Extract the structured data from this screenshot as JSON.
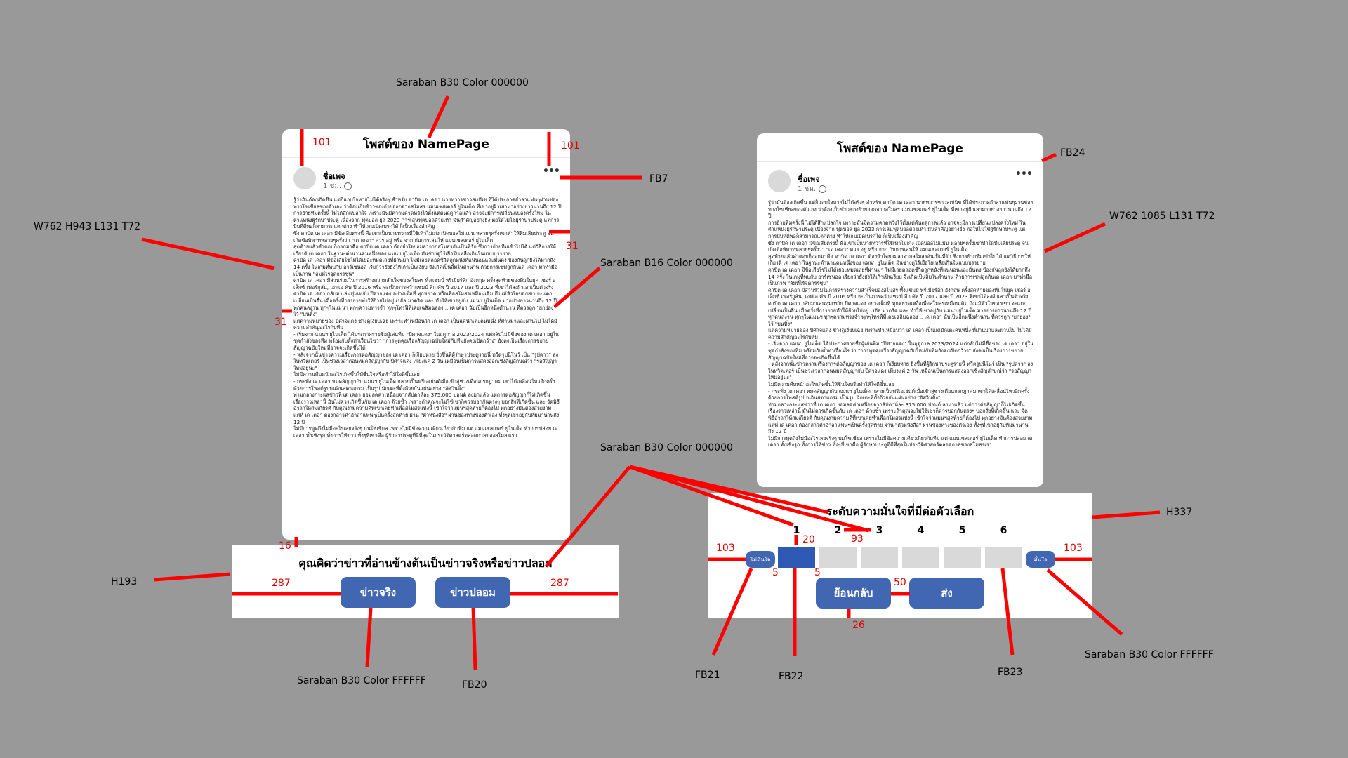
{
  "post_card_a": {
    "title": "โพสต์ของ NamePage",
    "page_name": "ชื่อเพจ",
    "time": "1 ชม.",
    "more": "•••",
    "body": "รู้ว่ามันต้องเกิดขึ้น แต่ก็แอบใจหายไม่ได้จริงๆ สำหรับ ดาบิด เด เคอา นายทวารชาวสเปนิช ที่ได้ประกาศอำลาแฟนๆผ่านช่องทางโซเชียลของตัวเอง ว่าต้องเก็บข้าวของย้ายออกจากสโมสร แมนเชสเตอร์ ยูไนเต็ด ที่เขาอยู่ฝ้าเสามาอย่างยาวนานถึง 12 ปี\nการย้ายทีมครั้งนี้ ไม่ได้สึกแปลกใจ เพราะมันมีความคาดหวังไว้ตั้งแต่ต้นฤดูกาลแล้ว อาจจะมีการเปลี่ยนแปลงครั้งใหม่ ในตำแหน่งผู้รักษาประตู เนื่องจาก ฟุตบอล ยูล 2023 การเล่นฟุตบอลด้วยเท้า มันสำคัญอย่างยิ่ง ต่อให้ไม่ใช่ผู้รักษาประตู แต่การบีบที่ดีพอก็สามารถแตกต่าง ทำให้เกมเปิดเบรกได้ ก็เป็นเรื่องสำคัญ\nซึ่ง ดาบิด เด เคอา มีข้อเสียตรงนี้ คือเขาเป็นนายทวารที่ใช้เท้าไม่เก่ง เปิดบอลไม่แม่น หลายๆครั้งเขาทำให้ทีมเสียประตู จนเกิดข้อพิพาทหลายๆครั้งว่า \"เด เคอา\" ควร อยู่ หรือ จาก กับการเล่นให้ แมนเชสเตอร์ ยูไนเต็ด\nสุดท้ายแล้วคำตอบก็ออกมาคือ ดาบิด เด เคอา ต้องจำใจยอมลาจากสโมสรอันเป็นที่รัก ซึ่งการย้ายทีมเข้าไปได้ แต่วิธีการให้เกียรติ เด เคอา ในฐานะตำนานคนหนึ่งของ แมนฯ ยูไนเต็ด มันช่างดูไร้เยื่อใยเหลือเกินในแบบบรรยาย\nดาบิด เด เคอา มีข้อเสียใช่ไม่ได้เยอะหมดเลยที่ผ่านมา ไม่มีเลยตลอดชีวิตลูกหนังที่แน่นอนและมั่นคง ป้องกันลูกยิงได้มากถึง 14 ครั้ง ในเกมที่พบกับ อาร์เซนอล เรียกว่ายังยังให้เก้าเป็นเงียบ จึงเกิดเป็นลิ้มในตำนาน ด้วยการเซฟลูกกินเด เคอา มาทำมือเป็นภาพ \"ล้มที่ไร้จุดกรรชุน\"\nดาบิด เด เคอา มีส่วนร่วมในการสร้างความสำเร็จของสโมสร ทั้งแชมป์ พรีเมียร์ลีก อังกฤษ ครั้งสุดท้ายของทีมในยุค เซอร์ อเล็กซ์ เฟอร์กูสัน, เอฟเอ คัพ ปี 2016 หรือ จะเป็นการคว้าแชมป์ ลีก คัพ ปี 2017 และ ปี 2023 ที่เขาได้ลงฝ้าเสาเป็นตัวจริง\nดาบิด เด เคอา กลับมาเล่นทุ่มเทกับ ปีศาจแดง อย่างเต็มที่ ทุกหยาดเหงื่อเพื่อสโมสรเหมือนเดิม ถึงแม้หัวใจของเขา จะแตกเปลี่ยนเป็นอื่น เมื่อครั้งที่กรรยายทำให้ย้ายไปอยู่ เรอัล มาดริด และ ทำให้เขาอยู่กับ แมนฯ ยูไนเต็ด มาอย่างยาวนานถึง 12 ปี\nทุกคนลงาน ทุกๆในแมนฯ ทุกๆความทรงจำ ทุกๆโทรฟี่ที่เคยเฉลิมฉลอง .. เด เคอา นับเป็นอีกหนึ่งตำนาน ที่ควรถูก \"ยกย่อง\" ไว้ \"บนหิ้ง\"\nแต่ความหมายของ ปีศาจแดง ช่างดูเงียบเฉย เพราะทำเหมือนว่า เด เคอา เป็นแค่นักเตะคนหนึ่ง ที่ผ่านมาและผ่านไป ไม่ได้มีความสำคัญอะไรกับทีม\n- เริ่มจาก แมนฯ ยูไนเต็ด ได้ประกาศรายชื่อผู้เล่นทีม \"ปีศาจแดง\" ในฤดูกาล 2023/2024 แต่กลับไม่มีชื่อของ เด เคอา อยู่ในชุดกำลังของทีม พร้อมกับตั้งท่าเงื่อนไขว่า \"การพูดคุยเรื่องสัญญาฉบับใหม่กับทีมยังคงเปิดกว้าง\" ยังคงเป็นเรื่องการขยายสัญญาฉบับใหม่ที่อาจจะเกิดขึ้นได้\n- หลังจากนั้นข่าวความเรื่องการต่อสัญญาของ เด เคอา ก็เงียบหาย ยิ่งขึ้นที่ผู้รักษาประตูรายนี้ ทวีตรูปนีโนว์ เป็น \"รูปดาว\" ลงในทวิตเตอร์ เป็นช่วงเวลาก่อนหมดสัญญากับ ปีศาจแดง เพียงแค่ 2 วัน เหมือนเป็นการแสดงออกเชิงสัญลักษณ์ว่า \"รอสัญญาใหม่อยู่นะ\"\nไม่มีความคืบหน้าอะไรเกิดขึ้นให้ชื่นใจหรือทำให้ใจดีขึ้นเลย\n- กระทั่ง เด เคอา หมดสัญญากับ แมนฯ ยูไนเต็ด กลายเป็นฟรีเอเย่นต์เมื่อเข้าสู่ช่วงเดือนกรกฎาคม เขาได้เคลื่อนไหวอีกครั้ง ด้วยการโพสต์รูปบนอินสตาแกรม เป็นรูป นักเตะที่ตั้งถ้วยกันแผ่นอย่าง \"อัศวินดิ้ง\"\nท่ามกลางกระแสข่าวที่ เด เคอา ยอมลดค่าเหนื่อยจากสัปดาห์ละ 375,000 ปอนด์ ลงมาแล้ว แต่การต่อสัญญาก็ไม่เกิดขึ้น\nเรื่องราวเหล่านี้ มันไม่ควรเกิดขึ้นกับ เด เคอา ด้วยซ้ำ เพราะถ้าคุณจะไม่ใช้เขาก็ควรบอกกันตรงๆ บอกสิ่งที่เกิดขึ้น และ จัดพิธีอำลาให้สมเกียรติ กับคุณงามความดีที่เขาเคยทำเพื่อสโมสรแห่งนี้ เข้าใจว่าแมนฯสุดท้ายก็ต้องไป ทุกอย่างมันต้องสวยงาม\nแต่ที่ เด เคอา ต้องกล่าวคำอำลาแฟนๆเป็นครั้งสุดท้าย ผ่าน \"ตัวหนังสือ\" ผ่านช่องทางของตัวเอง ทั้งๆที่เขาอยู่กับทีมมานานถึง 12 ปี\nไม่มีการพูดถึงไม่มีอะไรเลยจริงๆ บนโซเชียล เพราะไม่มีข้อความเดียวเกี่ยวกับทีม แต่ แมนเชสเตอร์ ยูไนเต็ด ทำการปล่อย เด เคอา ทั้งเชิงรุก ทั้งการให้ข่าว ทั้งๆที่เขาคือ ผู้รักษาประตูที่ดีที่สุดในประวัติศาสตร์ตลอดกาลของสโมสรเรา"
  },
  "post_card_b": {
    "title": "โพสต์ของ NamePage",
    "page_name": "ชื่อเพจ",
    "time": "1 ชม.",
    "more": "•••"
  },
  "question_panel": {
    "question": "คุณคิดว่าข่าวที่อ่านข้างต้นเป็นข่าวจริงหรือข่าวปลอม",
    "true_label": "ข่าวจริง",
    "fake_label": "ข่าวปลอม"
  },
  "confidence_panel": {
    "title": "ระดับความมั่นใจที่มีต่อตัวเลือก",
    "scale": [
      "1",
      "2",
      "3",
      "4",
      "5",
      "6"
    ],
    "selected_index": 1,
    "left_label": "ไม่มั่นใจ",
    "right_label": "มั่นใจ",
    "back_label": "ย้อนกลับ",
    "send_label": "ส่ง"
  },
  "annotations": {
    "font_title": "Saraban B30 Color 000000",
    "font_body": "Saraban B16 Color 000000",
    "font_buttons": "Saraban B30 Color FFFFFF",
    "font_scale": "Saraban B30 Color 000000",
    "font_scale_buttons": "Saraban B30 Color FFFFFF",
    "card_a_size": "W762 H943 L131 T72",
    "card_b_size": "W762 1085 L131 T72",
    "question_height": "H193",
    "confidence_height": "H337",
    "fb7": "FB7",
    "fb20": "FB20",
    "fb21": "FB21",
    "fb22": "FB22",
    "fb23": "FB23",
    "fb24": "FB24",
    "n101a": "101",
    "n101b": "101",
    "n31a": "31",
    "n31b": "31",
    "n16": "16",
    "n287a": "287",
    "n287b": "287",
    "n103a": "103",
    "n103b": "103",
    "n20": "20",
    "n93": "93",
    "n5a": "5",
    "n5b": "5",
    "n50": "50",
    "n26": "26"
  },
  "colors": {
    "background": "#999999",
    "button": "#4267b2",
    "scale_selected": "#2e5ab5",
    "scale_empty": "#d9d9d9",
    "annotation_line": "#ff0000"
  }
}
